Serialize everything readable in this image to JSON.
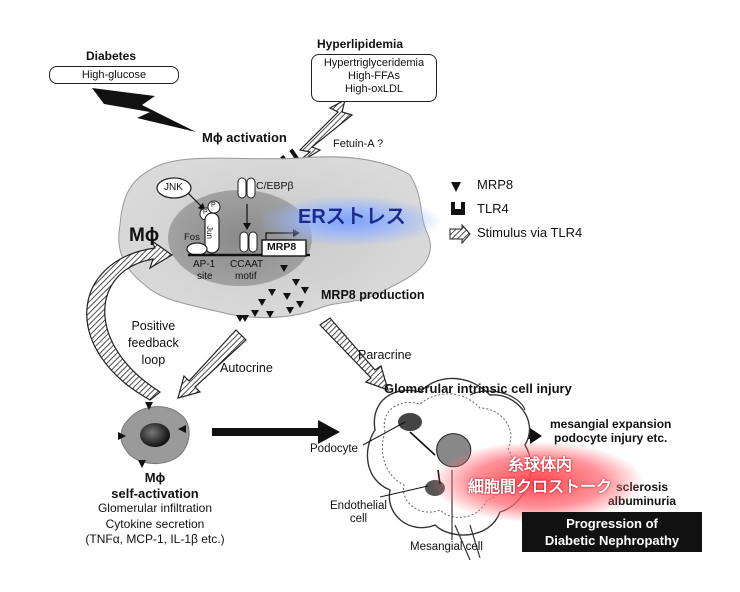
{
  "diabetes": {
    "title": "Diabetes",
    "box": "High-glucose"
  },
  "hyperlipidemia": {
    "title": "Hyperlipidemia",
    "lines": [
      "Hypertriglyceridemia",
      "High-FFAs",
      "High-oxLDL"
    ]
  },
  "macrophage": {
    "activation_label": "Mϕ activation",
    "fetuin": "Fetuin-A ?",
    "label": "Mϕ",
    "jnk": "JNK",
    "cebp": "C/EBPβ",
    "p": "P",
    "fos": "Fos",
    "jun": "Jun",
    "ap1": "AP-1",
    "site": "site",
    "ccaat": "CCAAT",
    "motif": "motif",
    "mrp8_gene": "MRP8",
    "er_stress": "ERストレス",
    "mrp8_production": "MRP8 production"
  },
  "legend": {
    "mrp8": "MRP8",
    "tlr4": "TLR4",
    "stimulus": "Stimulus via TLR4"
  },
  "feedback": {
    "lines": [
      "Positive",
      "feedback",
      "loop"
    ]
  },
  "autocrine": "Autocrine",
  "paracrine": "Paracrine",
  "self_activation": {
    "title1": "Mϕ",
    "title2": "self-activation",
    "lines": [
      "Glomerular infiltration",
      "Cytokine secretion",
      "(TNFα, MCP-1, IL-1β etc.)"
    ]
  },
  "glomerular": {
    "title": "Glomerular intrinsic cell injury",
    "podocyte": "Podocyte",
    "endothelial": [
      "Endothelial",
      "cell"
    ],
    "mesangial": "Mesangial cell",
    "outcome1": [
      "mesangial expansion",
      "podocyte injury etc."
    ],
    "outcome2": [
      "sclerosis",
      "albuminuria"
    ],
    "crosstalk": [
      "糸球体内",
      "細胞間クロストーク"
    ]
  },
  "progression": [
    "Progression of",
    "Diabetic Nephropathy"
  ],
  "colors": {
    "blue_glow": "#7fa3ff",
    "blue_text": "#1b2a8c",
    "red_glow": "#ff4050",
    "red_text": "#ffffff",
    "progress_bg": "#111111"
  }
}
